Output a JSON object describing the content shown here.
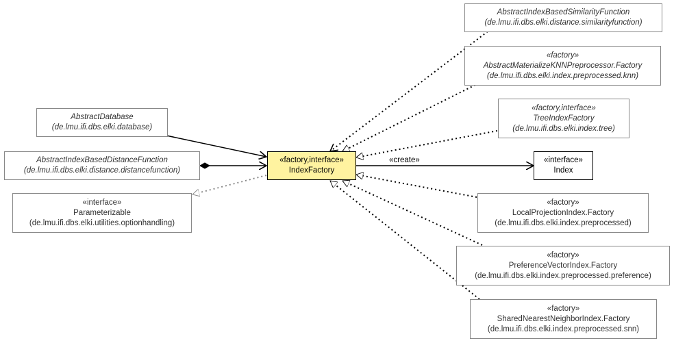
{
  "center": {
    "stereotype": "«factory,interface»",
    "name": "IndexFactory"
  },
  "create_label": "«create»",
  "index_box": {
    "stereotype": "«interface»",
    "name": "Index"
  },
  "left_boxes": {
    "abstract_database": {
      "name": "AbstractDatabase",
      "package": "(de.lmu.ifi.dbs.elki.database)"
    },
    "distance_function": {
      "name": "AbstractIndexBasedDistanceFunction",
      "package": "(de.lmu.ifi.dbs.elki.distance.distancefunction)"
    },
    "parameterizable": {
      "stereotype": "«interface»",
      "name": "Parameterizable",
      "package": "(de.lmu.ifi.dbs.elki.utilities.optionhandling)"
    }
  },
  "right_boxes": {
    "similarity_function": {
      "name": "AbstractIndexBasedSimilarityFunction",
      "package": "(de.lmu.ifi.dbs.elki.distance.similarityfunction)"
    },
    "knn_preprocessor": {
      "stereotype": "«factory»",
      "name": "AbstractMaterializeKNNPreprocessor.Factory",
      "package": "(de.lmu.ifi.dbs.elki.index.preprocessed.knn)"
    },
    "tree_index": {
      "stereotype": "«factory,interface»",
      "name": "TreeIndexFactory",
      "package": "(de.lmu.ifi.dbs.elki.index.tree)"
    },
    "local_projection": {
      "stereotype": "«factory»",
      "name": "LocalProjectionIndex.Factory",
      "package": "(de.lmu.ifi.dbs.elki.index.preprocessed)"
    },
    "preference_vector": {
      "stereotype": "«factory»",
      "name": "PreferenceVectorIndex.Factory",
      "package": "(de.lmu.ifi.dbs.elki.index.preprocessed.preference)"
    },
    "shared_nn": {
      "stereotype": "«factory»",
      "name": "SharedNearestNeighborIndex.Factory",
      "package": "(de.lmu.ifi.dbs.elki.index.preprocessed.snn)"
    }
  }
}
